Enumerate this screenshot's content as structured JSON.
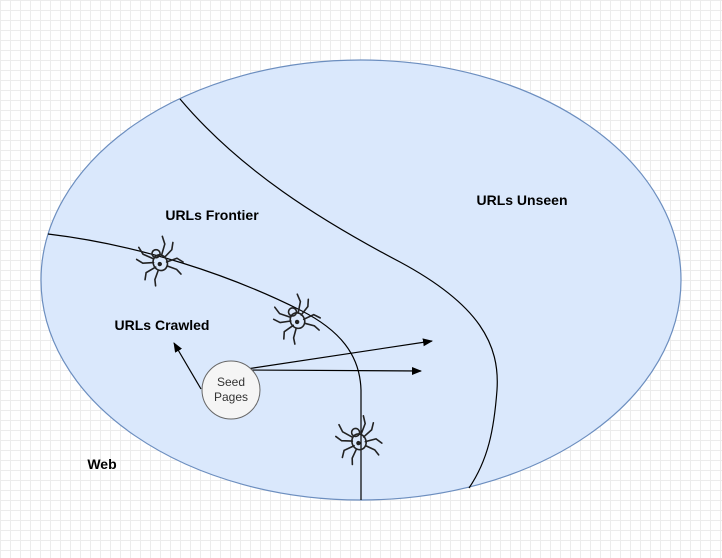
{
  "labels": {
    "web": "Web",
    "urls_unseen": "URLs Unseen",
    "urls_frontier": "URLs Frontier",
    "urls_crawled": "URLs Crawled",
    "seed_line1": "Seed",
    "seed_line2": "Pages"
  },
  "colors": {
    "background": "#ffffff",
    "grid": "#ececec",
    "ellipse_fill": "#dae8fc",
    "ellipse_stroke": "#6c8ebf",
    "seed_fill": "#f5f5f5",
    "seed_stroke": "#666666",
    "line": "#000000"
  },
  "icons": {
    "crawler": "spider-icon"
  }
}
